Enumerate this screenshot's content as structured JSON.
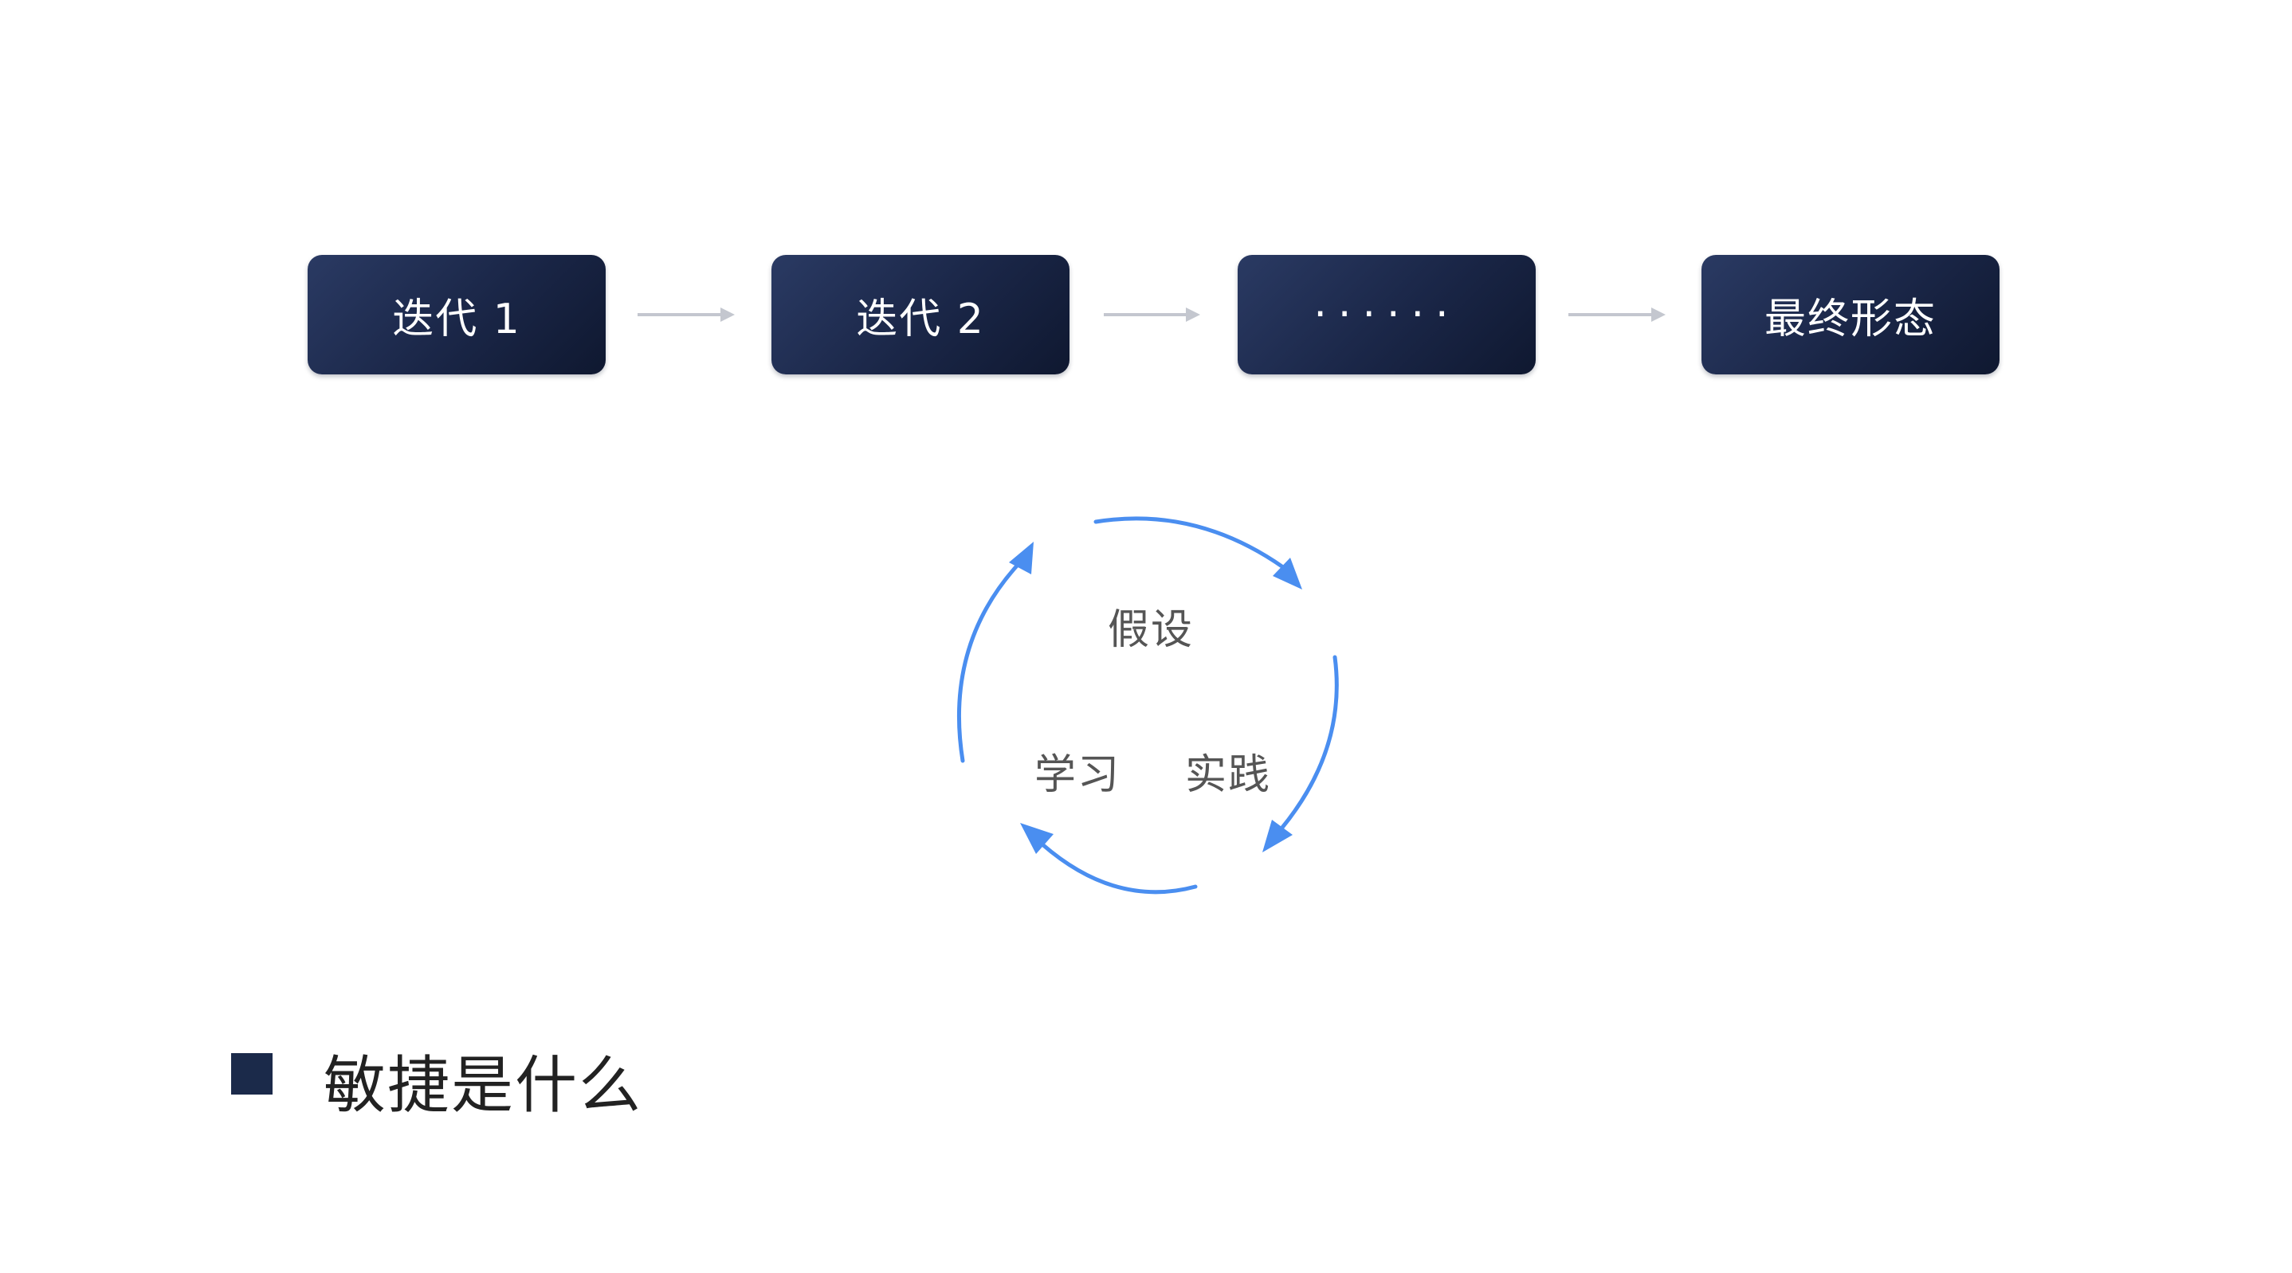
{
  "flow": {
    "steps": [
      {
        "label": "迭代 1"
      },
      {
        "label": "迭代 2"
      },
      {
        "label": "······"
      },
      {
        "label": "最终形态"
      }
    ],
    "arrow_color": "#c4c7cf"
  },
  "cycle": {
    "labels": {
      "hypothesis": "假设",
      "learn": "学习",
      "practice": "实践"
    },
    "arrow_color": "#4a8ef0"
  },
  "bullet": {
    "text": "敏捷是什么",
    "marker_color": "#1b2a4a"
  },
  "colors": {
    "box_fill": "#1a2647",
    "box_text": "#ffffff",
    "label_text": "#555555"
  }
}
